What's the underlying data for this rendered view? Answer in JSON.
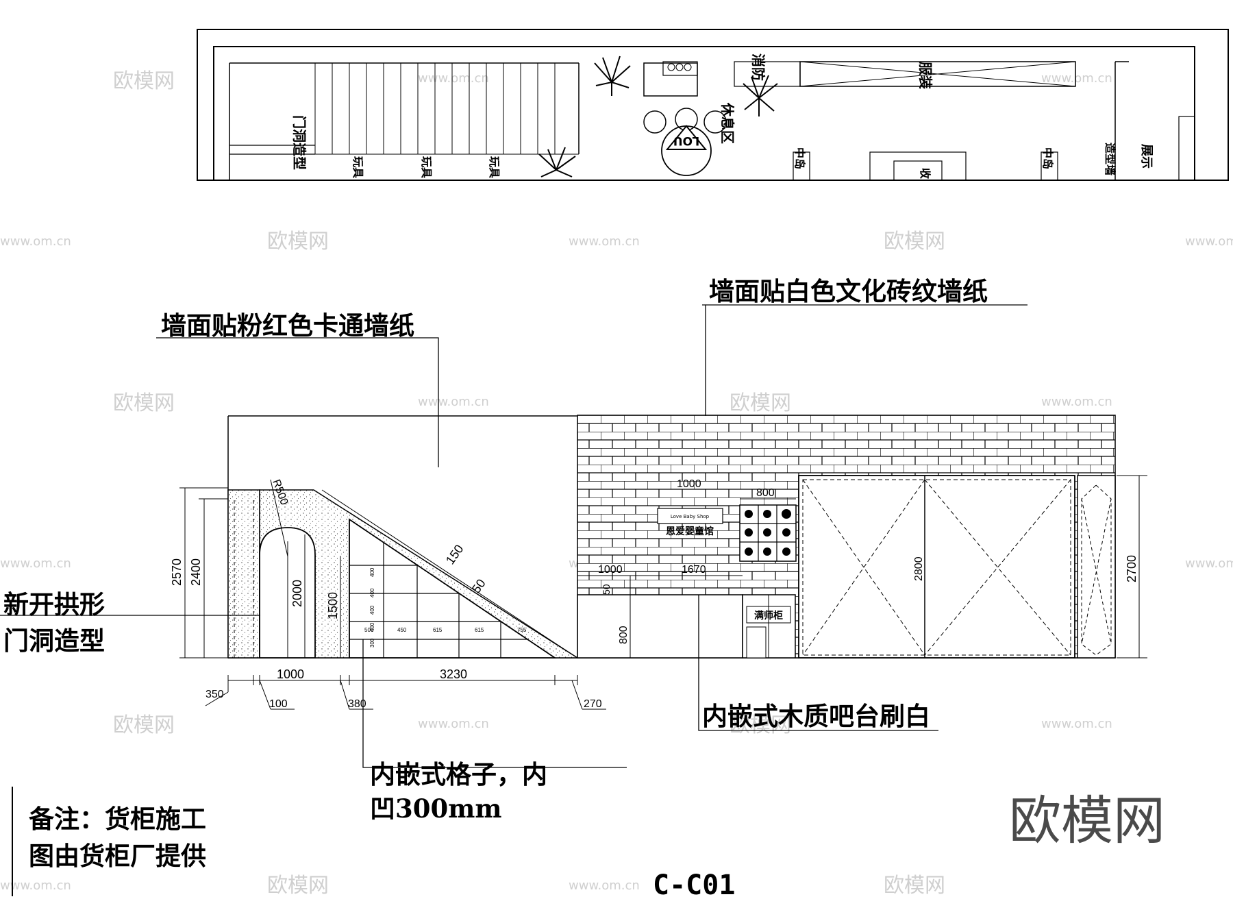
{
  "plan": {
    "door_opening": "门洞造型",
    "toys": [
      "玩具",
      "玩具",
      "玩具"
    ],
    "rest_area": "休息区",
    "fire": "消防",
    "clothing": "服装",
    "island1": "中岛",
    "island2": "中岛",
    "feature_wall": "造型墙",
    "display": "展示",
    "cashier": "收",
    "logo": "LOU"
  },
  "callouts": {
    "pink_wallpaper": "墙面贴粉红色卡通墙纸",
    "white_brick": "墙面贴白色文化砖纹墙纸",
    "arch_door_line1": "新开拱形",
    "arch_door_line2": "门洞造型",
    "bar_counter": "内嵌式木质吧台刷白",
    "grid_line1": "内嵌式格子，内",
    "grid_line2": "凹300mm"
  },
  "note": {
    "line1": "备注：货柜施工",
    "line2": "图由货柜厂提供"
  },
  "drawing_number": "C-C01",
  "signs": {
    "bar_sign": "满师柜",
    "logo_sign": "Love Baby Shop",
    "logo_sign_cn": "恩爱婴童馆"
  },
  "dimensions": {
    "d2570": "2570",
    "d2400": "2400",
    "d2000": "2000",
    "d1500": "1500",
    "r500": "R500",
    "d150": "150",
    "d50": "50",
    "d1000a": "1000",
    "d3230": "3230",
    "d350": "350",
    "d100": "100",
    "d380": "380",
    "d270": "270",
    "d1000b": "1000",
    "d800a": "800",
    "d1000c": "1000",
    "d1670": "1670",
    "d50b": "50",
    "d800b": "800",
    "d2800": "2800",
    "d2700": "2700",
    "grid_cols": [
      "500",
      "450",
      "615",
      "615",
      "755"
    ],
    "grid_rows": [
      "400",
      "400",
      "400",
      "400",
      "300"
    ]
  },
  "watermark": {
    "brand": "欧模网",
    "url": "www.om.cn"
  }
}
